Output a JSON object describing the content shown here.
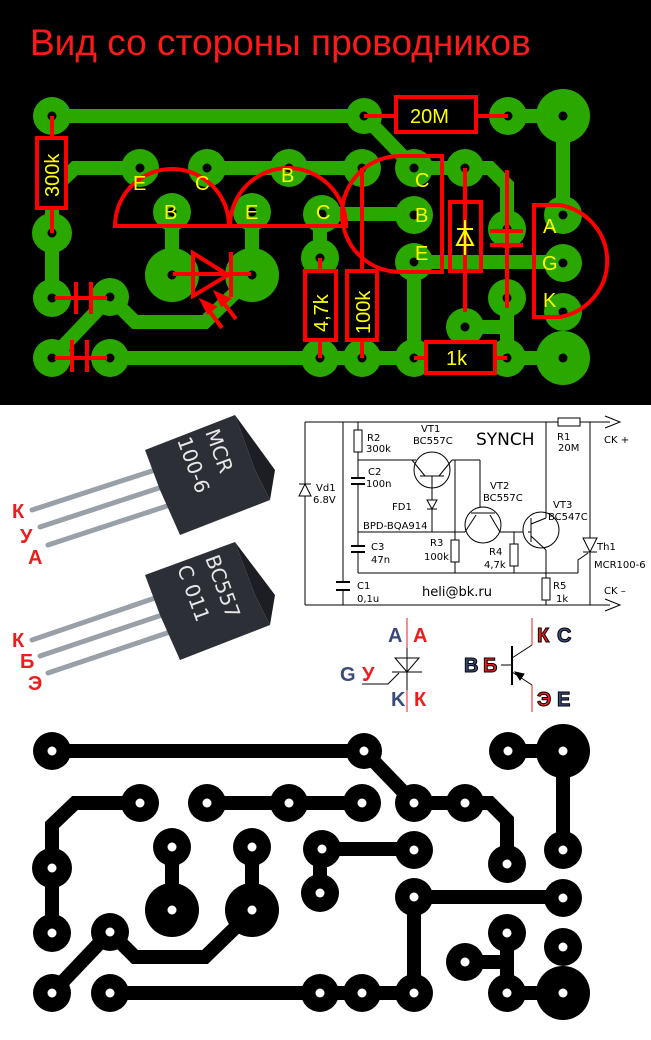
{
  "title": "Вид со стороны проводников",
  "colors": {
    "copper_top": "#2aa800",
    "board_top": "#000000",
    "silkscreen": "#ff0000",
    "labels": "#ffff00",
    "copper_bottom": "#000000",
    "pin_ru": "#ee1c1c",
    "pin_en": "#3b4b78"
  },
  "pcb_top": {
    "resistors": [
      "300k",
      "20M",
      "4,7k",
      "100k",
      "1k"
    ],
    "vt1_pins": [
      "E",
      "C",
      "B"
    ],
    "vt2_pins": [
      "B",
      "E",
      "C"
    ],
    "vt3_pins": [
      "C",
      "B",
      "E"
    ],
    "th_pins": [
      "A",
      "G",
      "K"
    ]
  },
  "photos": {
    "thyristor_marking": [
      "MCR",
      "100-6"
    ],
    "thyristor_pins": [
      "К",
      "У",
      "А"
    ],
    "transistor_marking": [
      "BC557",
      "C 011"
    ],
    "transistor_pins": [
      "К",
      "Б",
      "Э"
    ]
  },
  "schematic": {
    "title": "SYNCH",
    "email": "heli@bk.ru",
    "r1": [
      "R1",
      "20M"
    ],
    "r2": [
      "R2",
      "300k"
    ],
    "r3": [
      "R3",
      "100k"
    ],
    "r4": [
      "R4",
      "4,7k"
    ],
    "r5": [
      "R5",
      "1k"
    ],
    "c1": [
      "C1",
      "0,1u"
    ],
    "c2": [
      "C2",
      "100n"
    ],
    "c3": [
      "C3",
      "47n"
    ],
    "vd1": [
      "Vd1",
      "6.8V"
    ],
    "vt1": [
      "VT1",
      "BC557C"
    ],
    "vt2": [
      "VT2",
      "BC557C"
    ],
    "vt3": [
      "VT3",
      "BC547C"
    ],
    "fd1": [
      "FD1",
      "BPD-BQA914"
    ],
    "th1": [
      "Th1",
      "MCR100-6"
    ],
    "ck_plus": "CK +",
    "ck_minus": "CK –"
  },
  "pinout": {
    "thyristor": {
      "a_en": "A",
      "a_ru": "А",
      "g_en": "G",
      "g_ru": "У",
      "k_en": "K",
      "k_ru": "К"
    },
    "transistor": {
      "b_en": "B",
      "b_ru": "Б",
      "c_ru": "К",
      "c_en": "C",
      "e_ru": "Э",
      "e_en": "E"
    }
  }
}
